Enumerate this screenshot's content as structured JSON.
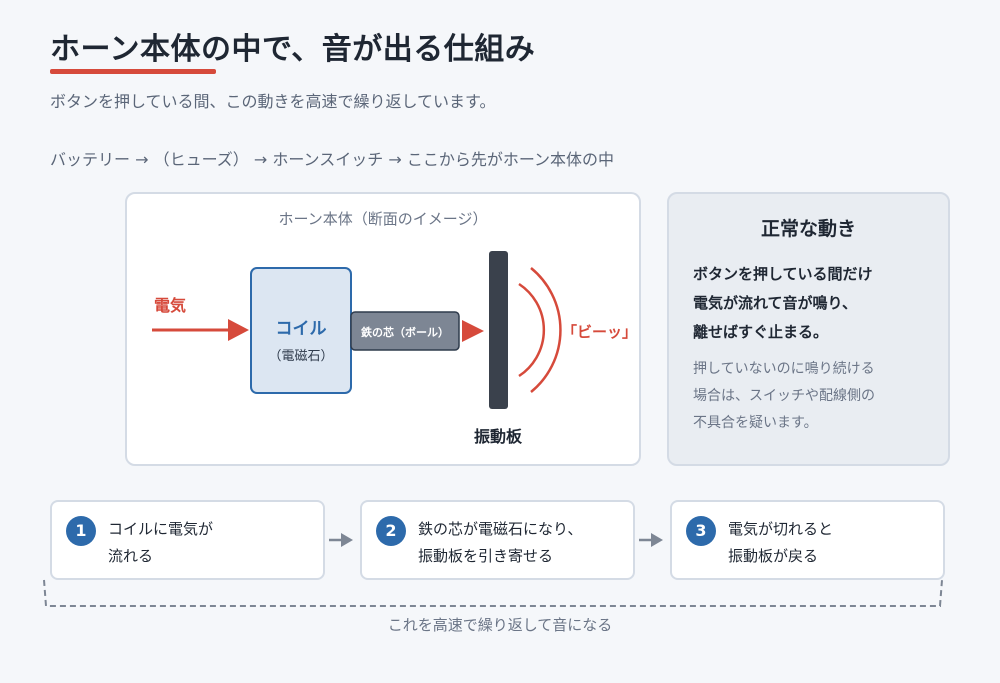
{
  "header": {
    "title": "ホーン本体の中で、音が出る仕組み",
    "subtitle": "ボタンを押している間、この動きを高速で繰り返しています。",
    "flow": "バッテリー → （ヒューズ） → ホーンスイッチ → ここから先がホーン本体の中"
  },
  "diagram": {
    "caption": "ホーン本体（断面のイメージ）",
    "current_label": "電気",
    "coil_label": "コイル",
    "coil_sub": "（電磁石）",
    "core_label": "鉄の芯（ボール）",
    "sound_label": "「ビーッ」",
    "plate_label": "振動板"
  },
  "side": {
    "title": "正常な動き",
    "main_lines": [
      "ボタンを押している間だけ",
      "電気が流れて音が鳴り、",
      "離せばすぐ止まる。"
    ],
    "note_lines": [
      "押していないのに鳴り続ける",
      "場合は、スイッチや配線側の",
      "不具合を疑います。"
    ]
  },
  "steps": [
    {
      "num": "1",
      "line1": "コイルに電気が",
      "line2": "流れる"
    },
    {
      "num": "2",
      "line1": "鉄の芯が電磁石になり、",
      "line2": "振動板を引き寄せる"
    },
    {
      "num": "3",
      "line1": "電気が切れると",
      "line2": "振動板が戻る"
    }
  ],
  "repeat_label": "これを高速で繰り返して音になる",
  "colors": {
    "accent_red": "#d64a3b",
    "step_blue": "#2d6aab",
    "coil_fill": "#dce6f2",
    "coil_border": "#2d6aab",
    "core_fill": "#7d8694",
    "plate_fill": "#3a414c"
  }
}
